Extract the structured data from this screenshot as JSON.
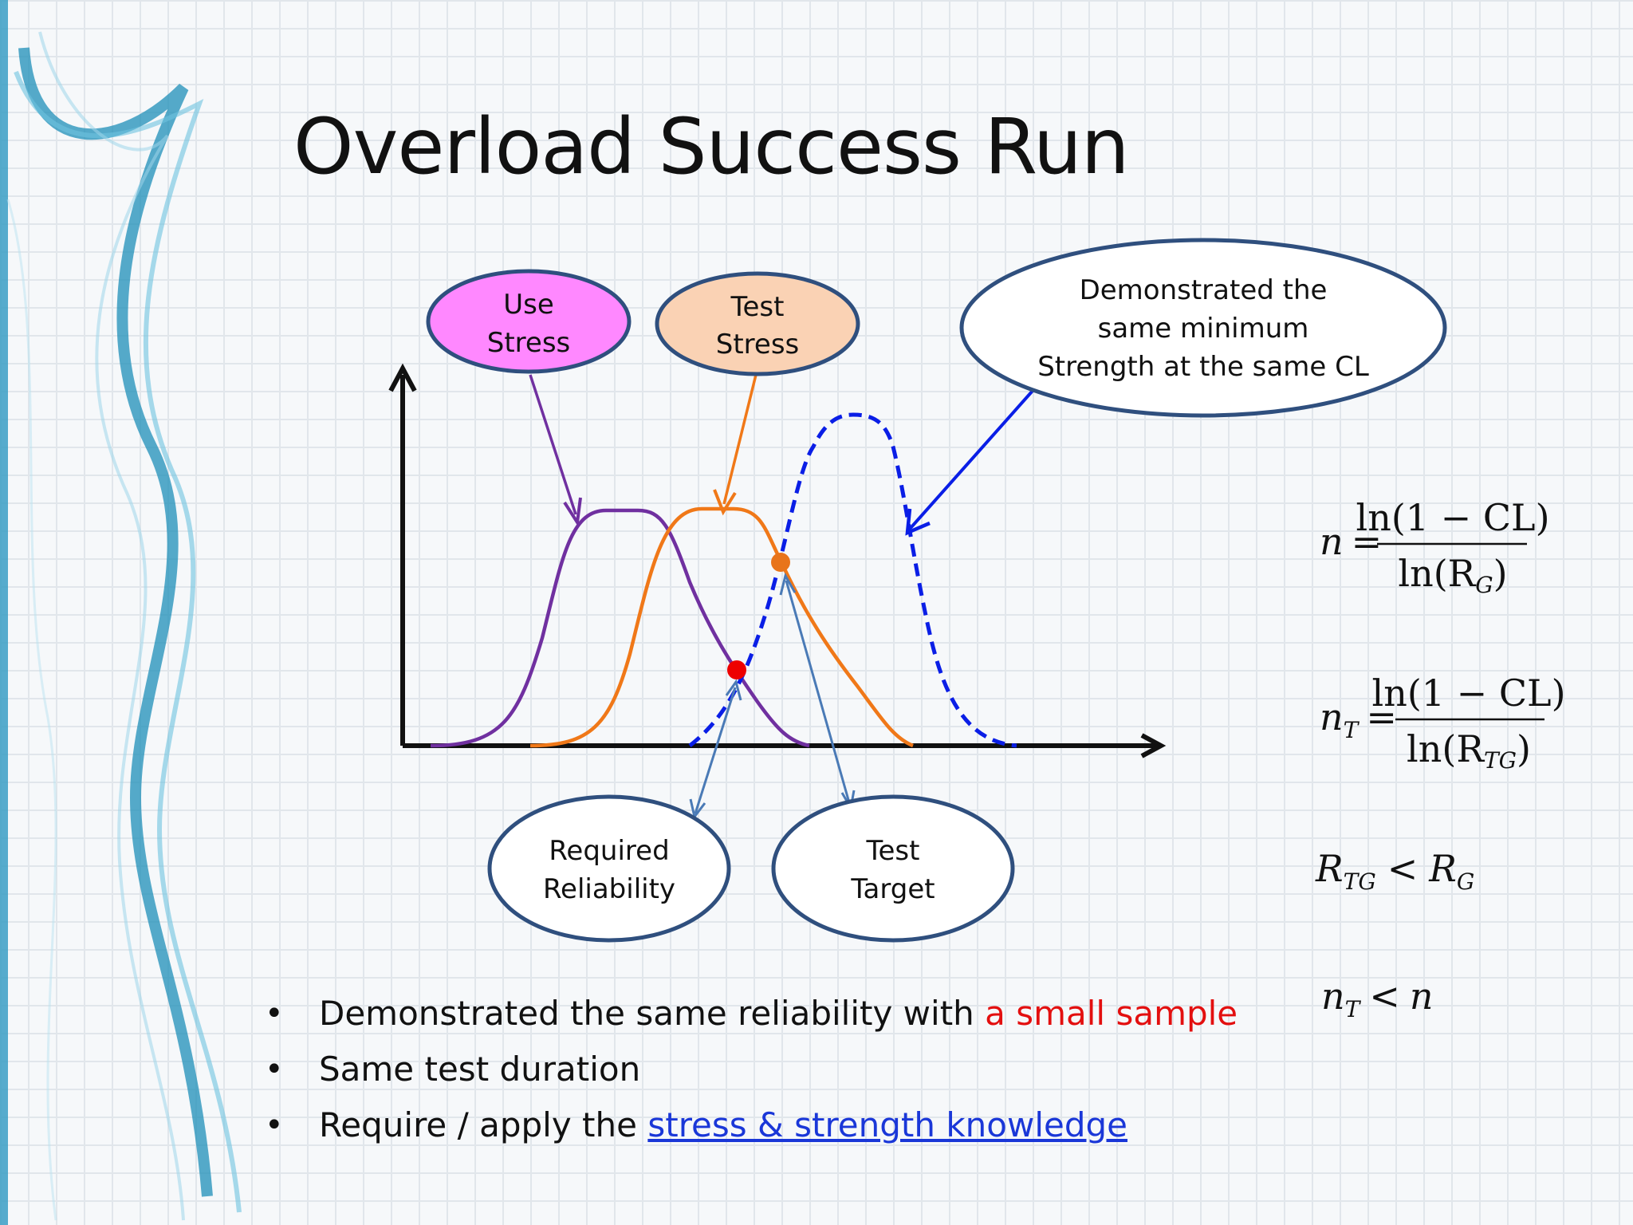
{
  "slide": {
    "title": "Overload Success Run"
  },
  "callouts": {
    "use_stress": [
      "Use",
      "Stress"
    ],
    "test_stress": [
      "Test",
      "Stress"
    ],
    "demonstrated": [
      "Demonstrated  the",
      "same minimum",
      "Strength at the same CL"
    ],
    "required_reliability": [
      "Required",
      "Reliability"
    ],
    "test_target": [
      "Test",
      "Target"
    ]
  },
  "formulas": {
    "n": {
      "lhs": "n",
      "eq": "=",
      "num": "ln(1 − CL)",
      "den_pre": "ln(R",
      "den_sub": "G",
      "den_post": ")"
    },
    "n_t": {
      "lhs": "n",
      "lhs_sub": "T",
      "eq": "=",
      "num": "ln(1 − CL)",
      "den_pre": "ln(R",
      "den_sub": "TG",
      "den_post": ")"
    },
    "r_compare": {
      "left": "R",
      "left_sub": "TG",
      "op": "<",
      "right": "R",
      "right_sub": "G"
    },
    "n_compare": {
      "left": "n",
      "left_sub": "T",
      "op": "<",
      "right": "n"
    }
  },
  "bullets": {
    "b1_text": "Demonstrated the same reliability with ",
    "b1_highlight": "a small sample",
    "b2_text": "Same test duration",
    "b3_text": "Require / apply the ",
    "b3_link": "stress & strength knowledge"
  },
  "colors": {
    "use_stress_fill": "#ff88ff",
    "test_stress_fill": "#fad2b4",
    "use_stress_curve": "#7030a0",
    "test_stress_curve": "#f07818",
    "strength_curve": "#0a1ee6",
    "ellipse_border": "#2f4f7e",
    "pointer_blue": "#4a7ab6",
    "red_point": "#ee0000",
    "orange_point": "#e8741a",
    "red_text": "#e30f0f",
    "link_text": "#1a37d8"
  }
}
